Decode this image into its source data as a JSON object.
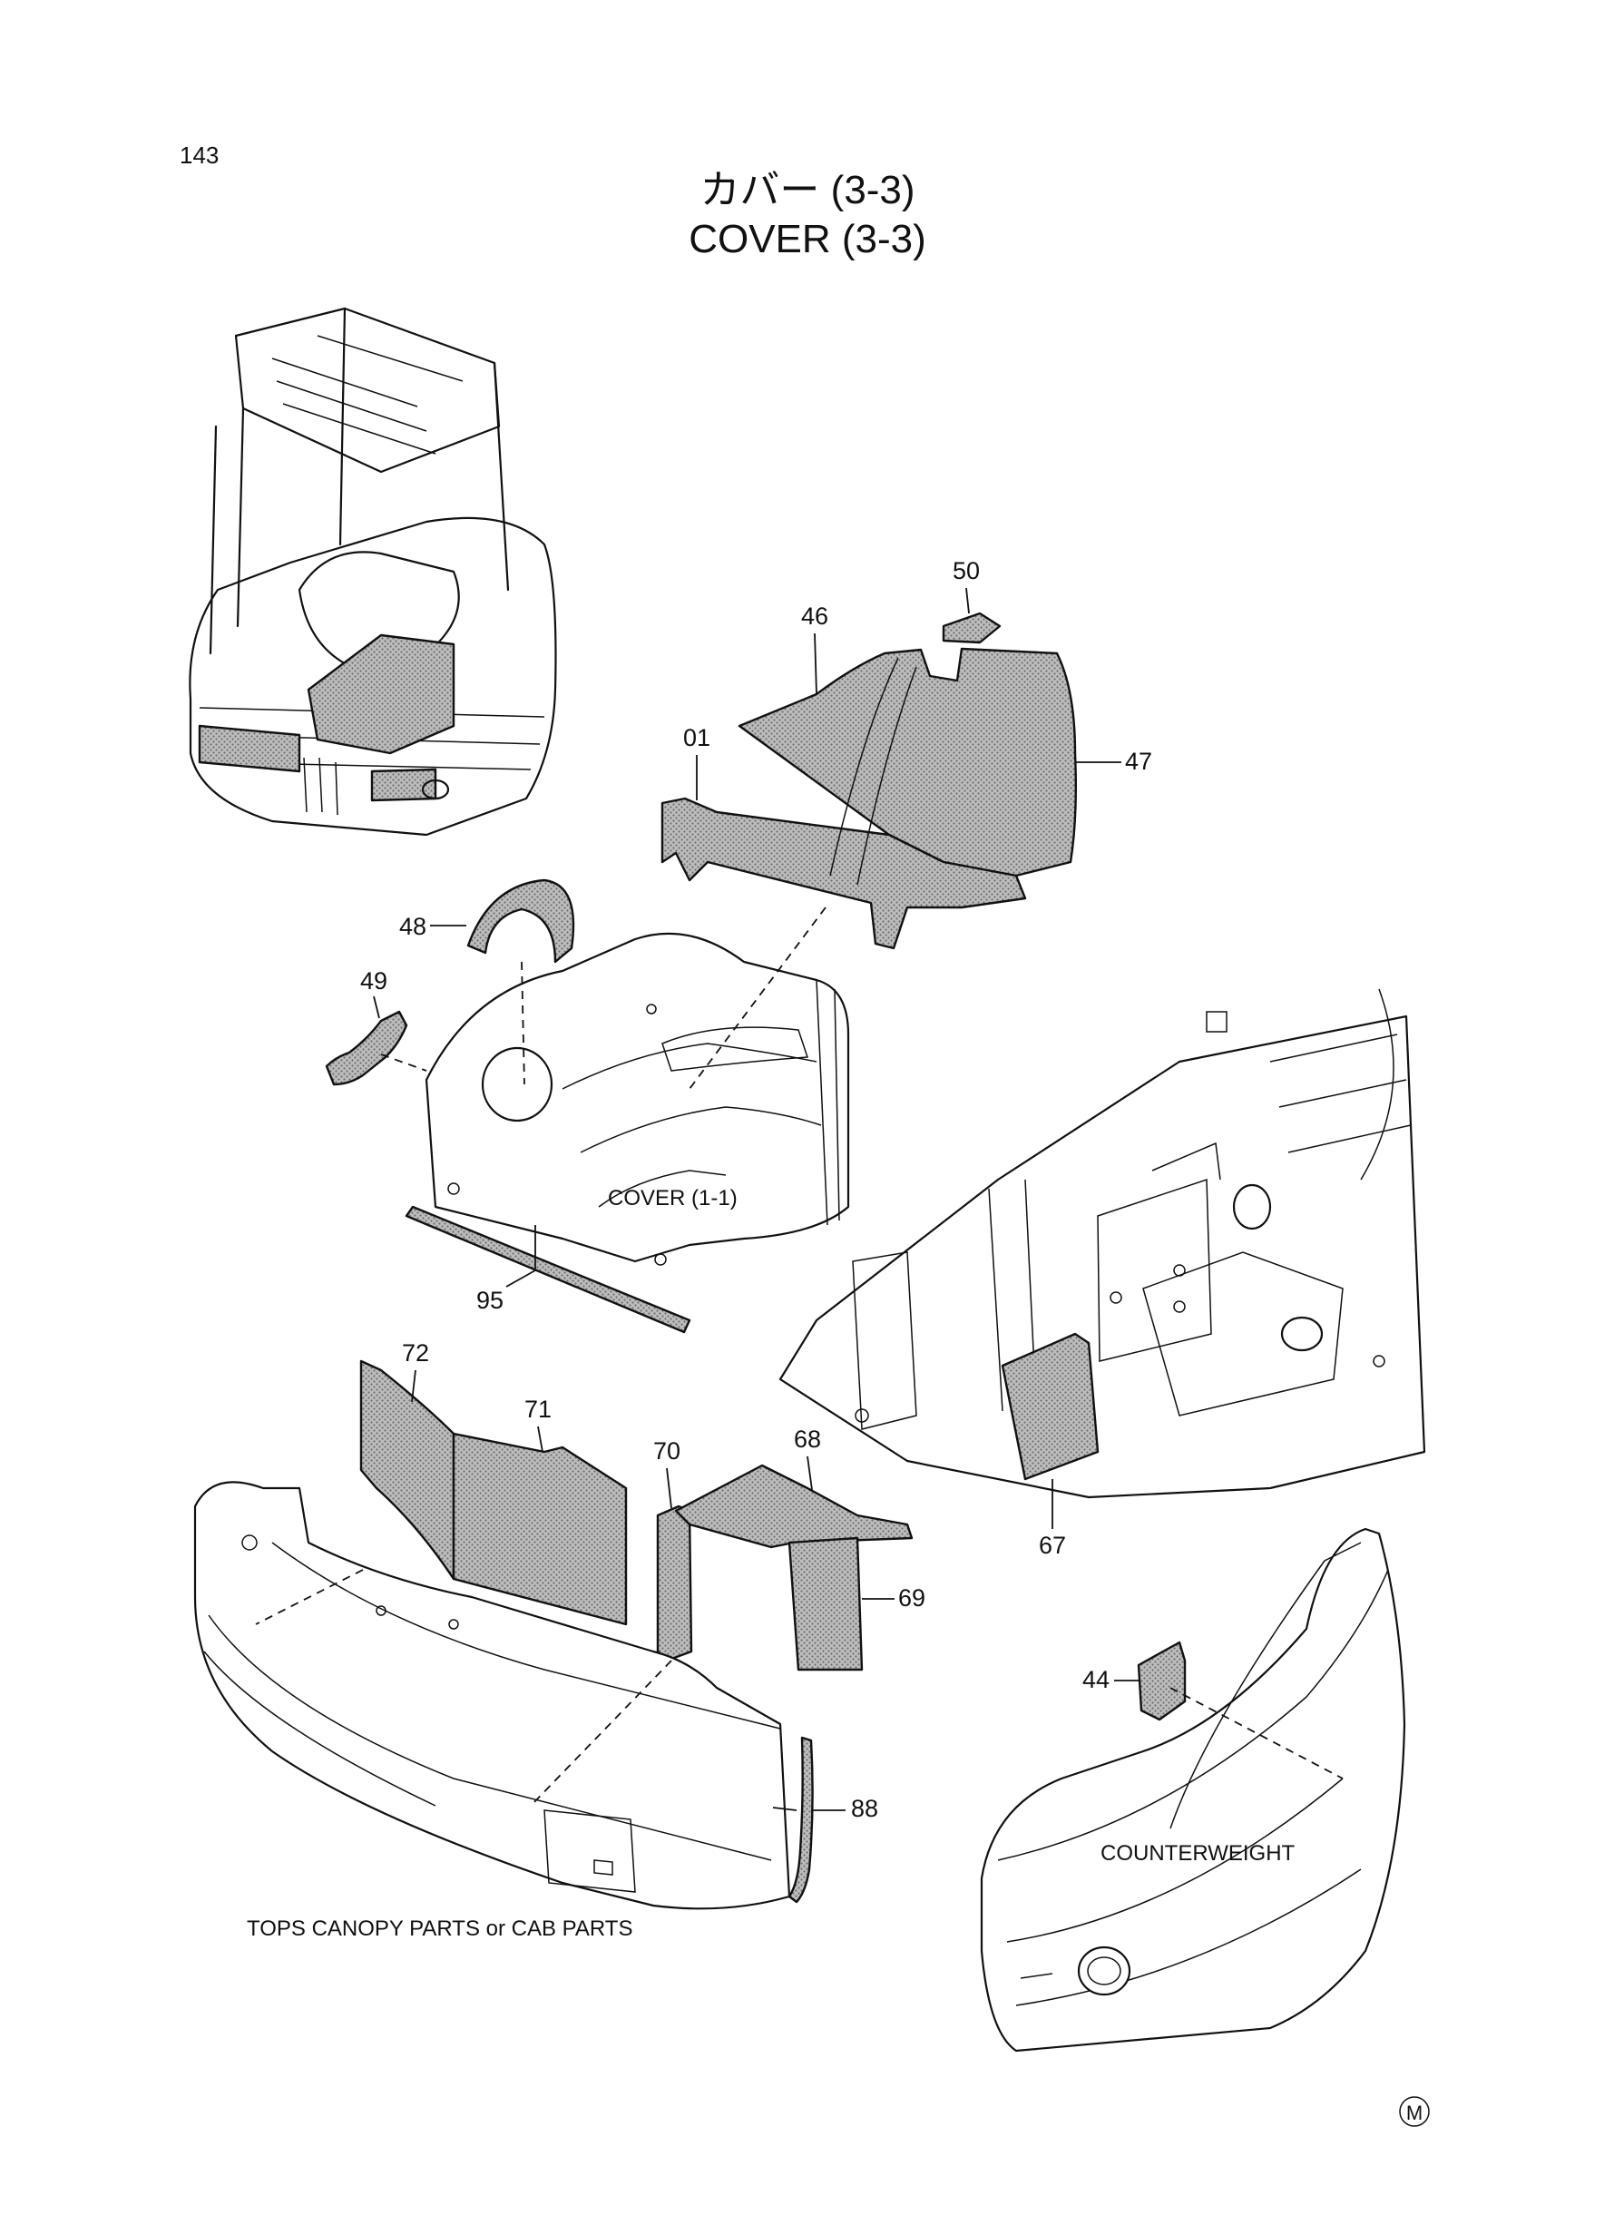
{
  "page_number": "143",
  "title_jp": "カバー (3-3)",
  "title_en": "COVER (3-3)",
  "annotations": {
    "cover_ref": "COVER (1-1)",
    "counterweight": "COUNTERWEIGHT",
    "tops_canopy": "TOPS CANOPY PARTS or CAB PARTS"
  },
  "callouts": {
    "c50": "50",
    "c46": "46",
    "c01": "01",
    "c47": "47",
    "c48": "48",
    "c49": "49",
    "c95": "95",
    "c72": "72",
    "c71": "71",
    "c70": "70",
    "c68": "68",
    "c69": "69",
    "c67": "67",
    "c44": "44",
    "c88": "88"
  },
  "mark": "M",
  "colors": {
    "ink": "#111111",
    "paper": "#ffffff",
    "shade": "#9a9a9a"
  }
}
